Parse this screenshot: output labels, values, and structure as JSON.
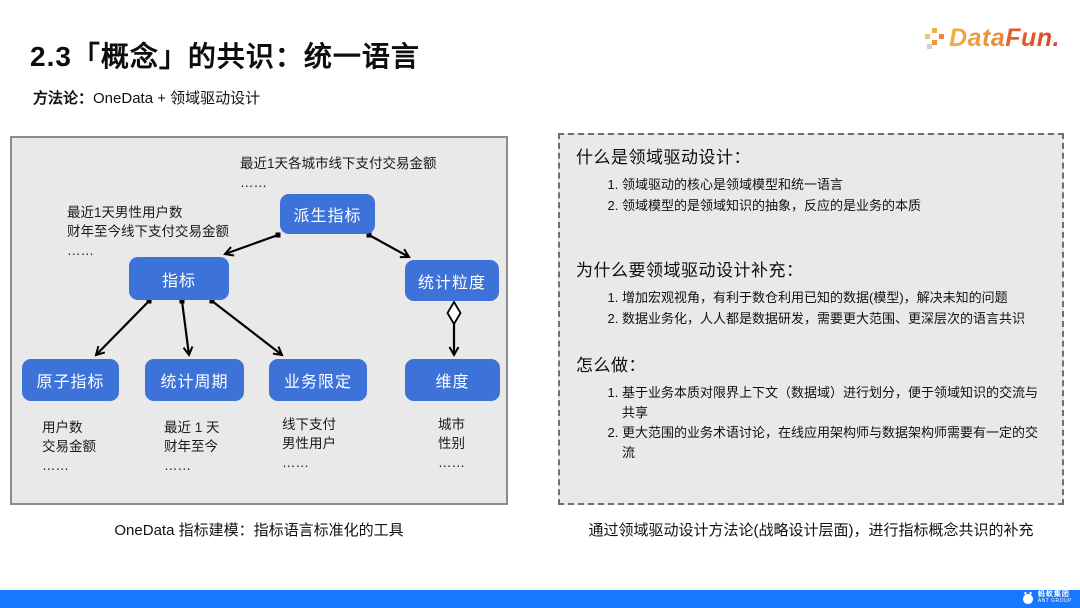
{
  "slide": {
    "title": "2.3「概念」的共识：统一语言",
    "subtitle_label": "方法论：",
    "subtitle_value": "OneData + 领域驱动设计"
  },
  "logo": {
    "part1": "Data",
    "part2": "Fun."
  },
  "diagram": {
    "nodes": {
      "derived": "派生指标",
      "metric": "指标",
      "granularity": "统计粒度",
      "atomic": "原子指标",
      "period": "统计周期",
      "business": "业务限定",
      "dimension": "维度"
    },
    "annotations": {
      "derived_examples": "最近1天各城市线下支付交易金额\n……",
      "metric_examples": "最近1天男性用户数\n财年至今线下支付交易金额\n……",
      "atomic_examples": "用户数\n交易金额\n……",
      "period_examples": "最近 1 天\n财年至今\n……",
      "business_examples": "线下支付\n男性用户\n……",
      "dimension_examples": "城市\n性别\n……"
    },
    "caption": "OneData 指标建模：指标语言标准化的工具"
  },
  "ddd": {
    "sections": [
      {
        "heading": "什么是领域驱动设计：",
        "items": [
          "领域驱动的核心是领域模型和统一语言",
          "领域模型的是领域知识的抽象，反应的是业务的本质"
        ]
      },
      {
        "heading": "为什么要领域驱动设计补充：",
        "items": [
          "增加宏观视角，有利于数仓利用已知的数据(模型)，解决未知的问题",
          "数据业务化，人人都是数据研发，需要更大范围、更深层次的语言共识"
        ]
      },
      {
        "heading": "怎么做：",
        "items": [
          "基于业务本质对限界上下文（数据域）进行划分，便于领域知识的交流与共享",
          "更大范围的业务术语讨论，在线应用架构师与数据架构师需要有一定的交流"
        ]
      }
    ],
    "caption": "通过领域驱动设计方法论(战略设计层面)，进行指标概念共识的补充"
  },
  "footer": {
    "brand_cn": "蚂蚁集团",
    "brand_en": "ANT GROUP"
  },
  "colors": {
    "node_blue": "#3D72D9",
    "footer_blue": "#1677FF",
    "panel_bg": "#E9E9E9",
    "logo_orange": "#F2A93B",
    "logo_red": "#E05A2B"
  }
}
